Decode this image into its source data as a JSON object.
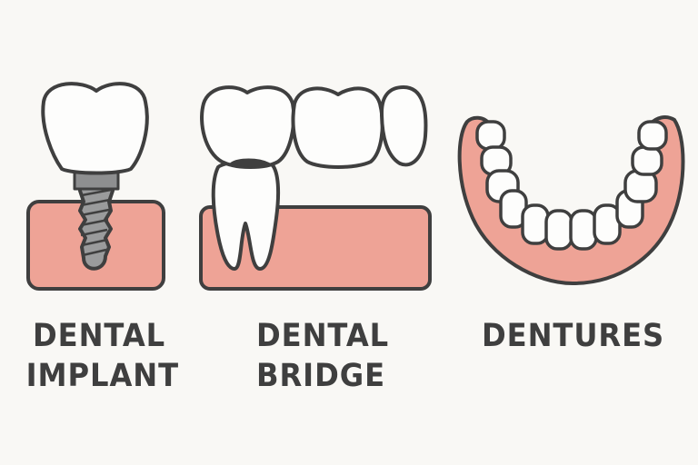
{
  "colors": {
    "background": "#f9f8f5",
    "outline": "#3f3f3f",
    "gum": "#eea396",
    "tooth": "#fdfdfc",
    "implant_metal": "#9a9b9c",
    "text": "#3f3f3f"
  },
  "panels": [
    {
      "id": "implant",
      "label_line1": "DENTAL",
      "label_line2": "IMPLANT",
      "icon": "dental-implant-icon"
    },
    {
      "id": "bridge",
      "label_line1": "DENTAL",
      "label_line2": "BRIDGE",
      "icon": "dental-bridge-icon"
    },
    {
      "id": "dentures",
      "label_line1": "DENTURES",
      "icon": "dentures-icon"
    }
  ]
}
